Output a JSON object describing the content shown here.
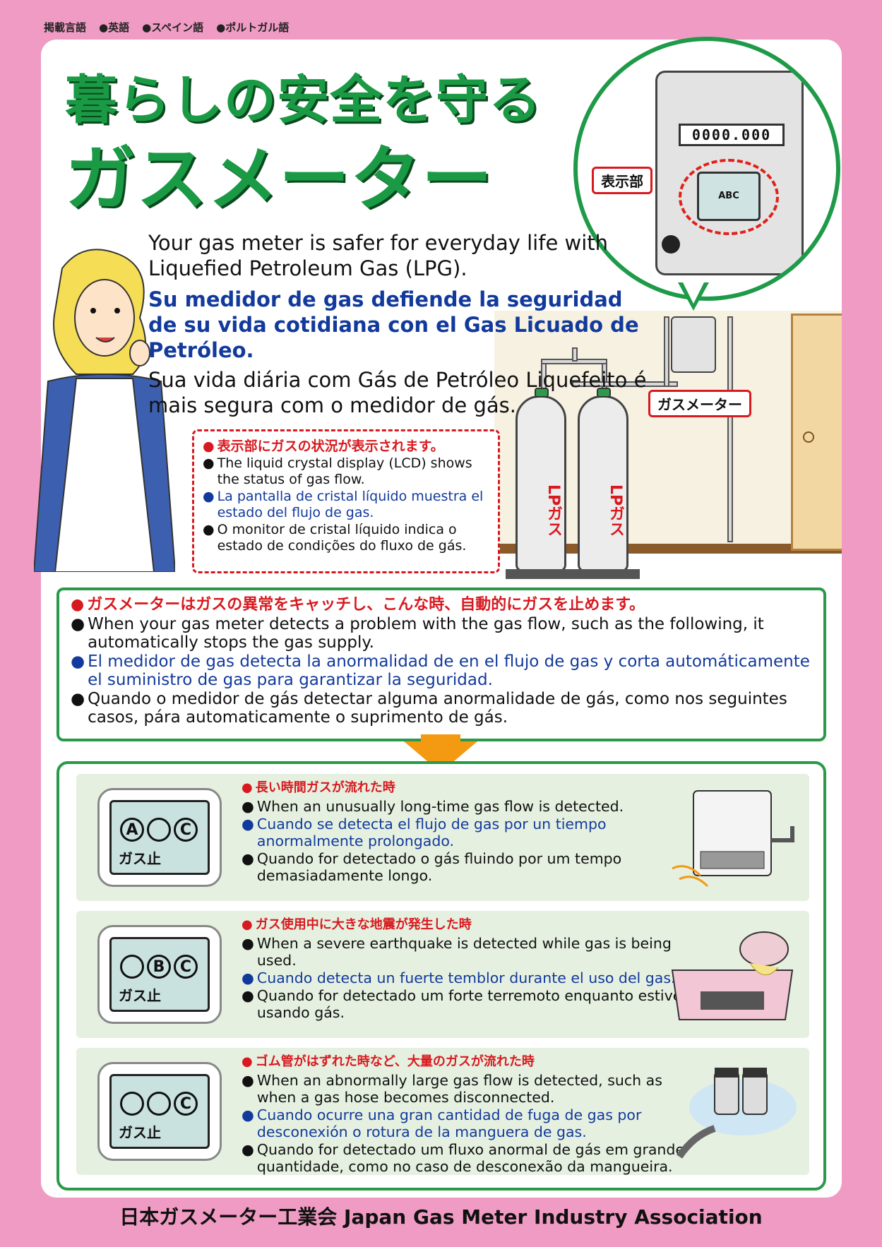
{
  "languages": [
    "掲載言語",
    "●英語",
    "●スペイン語",
    "●ポルトガル語"
  ],
  "title": {
    "line1": "暮らしの安全を守る",
    "line2": "ガスメーター"
  },
  "meter_bubble": {
    "counter": "0000.000",
    "lcd": "ABC",
    "display_label": "表示部"
  },
  "gas_meter_label": "ガスメーター",
  "cylinder_label": "LPガス",
  "intro": {
    "en": "Your gas meter is safer for everyday life with Liquefied Petroleum Gas (LPG).",
    "es": "Su medidor de gas defiende la seguridad de su vida cotidiana con el Gas Licuado de Petróleo.",
    "pt": "Sua vida diária com Gás de Petróleo Liquefeito é mais segura com o medidor de gás."
  },
  "lcd_note": {
    "jp": "表示部にガスの状況が表示されます。",
    "en": "The liquid crystal display (LCD) shows the status of gas flow.",
    "es": "La pantalla de cristal líquido muestra el estado del flujo de gas.",
    "pt": "O monitor de cristal líquido indica o estado de condições do fluxo de gás."
  },
  "detection": {
    "jp": "ガスメーターはガスの異常をキャッチし、こんな時、自動的にガスを止めます。",
    "en": "When your gas meter detects a problem with the gas flow, such as the following, it automatically stops the gas supply.",
    "es": "El medidor de gas detecta la anormalidad de en el flujo de gas y corta automáticamente el suministro de gas para garantizar la seguridad.",
    "pt": "Quando o medidor de gás detectar alguma anormalidade de gás, como nos seguintes casos, pára automaticamente o suprimento de gás."
  },
  "bullet": "●",
  "cases": [
    {
      "lcd": [
        "A",
        "",
        "C"
      ],
      "stop": "ガス止",
      "jp": "長い時間ガスが流れた時",
      "en": "When an unusually long-time gas flow is detected.",
      "es": "Cuando se detecta el flujo de gas por un tiempo anormalmente prolongado.",
      "pt": "Quando for detectado o gás fluindo por um tempo demasiadamente longo.",
      "icon": "gas-heater-icon"
    },
    {
      "lcd": [
        "",
        "B",
        "C"
      ],
      "stop": "ガス止",
      "jp": "ガス使用中に大きな地震が発生した時",
      "en": "When a severe earthquake is detected while gas is being used.",
      "es": "Cuando detecta un fuerte temblor durante el uso del gas.",
      "pt": "Quando for detectado um forte terremoto enquanto estiver usando gás.",
      "icon": "gas-stove-icon"
    },
    {
      "lcd": [
        "",
        "",
        "C"
      ],
      "stop": "ガス止",
      "jp": "ゴム管がはずれた時など、大量のガスが流れた時",
      "en": "When an abnormally large gas flow is detected, such as when a gas hose becomes disconnected.",
      "es": "Cuando ocurre una gran cantidad de fuga de gas por desconexión o rotura de la manguera de gas.",
      "pt": "Quando for detectado um fluxo anormal de gás em grande quantidade, como no caso de desconexão da mangueira.",
      "icon": "gas-valve-hose-icon"
    }
  ],
  "footer": "日本ガスメーター工業会 Japan Gas Meter Industry Association",
  "colors": {
    "background": "#f09bc3",
    "title_green": "#1b9a45",
    "red": "#d8191f",
    "blue": "#123a9c",
    "arrow": "#f39a12"
  }
}
